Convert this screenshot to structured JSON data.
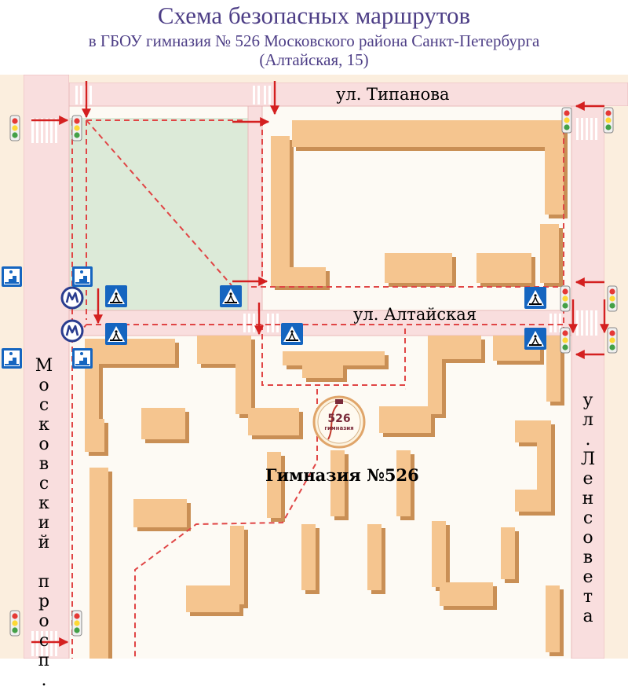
{
  "header": {
    "title": "Схема безопасных маршрутов",
    "subtitle": "в ГБОУ гимназия № 526 Московского района Санкт-Петербурга",
    "address": "(Алтайская, 15)"
  },
  "streets": {
    "tipanova": "ул. Типанова",
    "altaiskaya": "ул. Алтайская",
    "moskovsky_letters": [
      "М",
      "о",
      "с",
      "к",
      "о",
      "в",
      "с",
      "к",
      "и",
      "й",
      " ",
      "п",
      "р",
      "о",
      "с",
      "п",
      "."
    ],
    "lensoveta_letters": [
      "у",
      "л",
      ".",
      "Л",
      "е",
      "н",
      "с",
      "о",
      "в",
      "е",
      "т",
      "а"
    ]
  },
  "school": {
    "label": "Гимназия №526",
    "logo_number": "526",
    "logo_word": "гимназия"
  },
  "map_legend_symbols": {
    "metro": "metro-icon",
    "crossing": "pedestrian-crossing-icon",
    "underpass": "pedestrian-underpass-icon",
    "traffic_light": "traffic-light-icon"
  },
  "colors": {
    "title": "#4d3e86",
    "road": "#f9dede",
    "road_edge": "#e9b9b9",
    "building": "#f5c58f",
    "building_shadow": "#c98f55",
    "park": "#ddeadb",
    "route": "#e04545",
    "arrow": "#d42020",
    "sign_blue": "#1565c0",
    "sidewalk": "#fbeede"
  }
}
